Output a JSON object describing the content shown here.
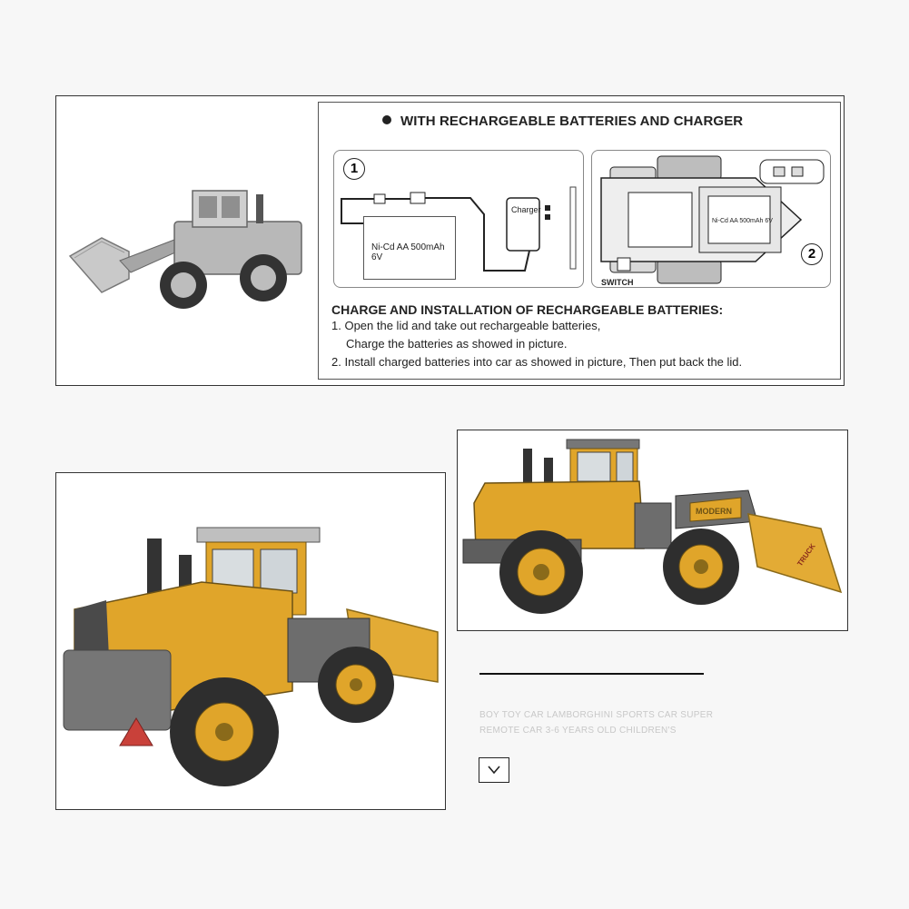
{
  "instructions": {
    "header": "WITH RECHARGEABLE BATTERIES AND CHARGER",
    "step_badges": [
      "1",
      "2"
    ],
    "battery_label": "Ni-Cd AA 500mAh 6V",
    "battery_label_small": "Ni-Cd AA 500mAh 6V",
    "charger_label": "Charger",
    "switch_label": "SWITCH",
    "charge_title": "CHARGE AND INSTALLATION OF RECHARGEABLE BATTERIES:",
    "steps": [
      "1. Open the lid and take out rechargeable batteries,",
      "Charge the batteries as showed in picture.",
      "2. Install charged batteries into car as showed in picture, Then put back the lid."
    ]
  },
  "product": {
    "decal_modern": "MODERN",
    "decal_truck": "TRUCK"
  },
  "caption": {
    "line1": "BOY TOY CAR LAMBORGHINI SPORTS CAR SUPER",
    "line2": "REMOTE CAR 3-6 YEARS OLD CHILDREN'S"
  },
  "colors": {
    "body_yellow": "#e0a52a",
    "body_grey": "#6d6d6d",
    "tyre_dark": "#2e2e2e",
    "frame_border": "#333333"
  },
  "icons": [
    "chevron-down-icon"
  ]
}
